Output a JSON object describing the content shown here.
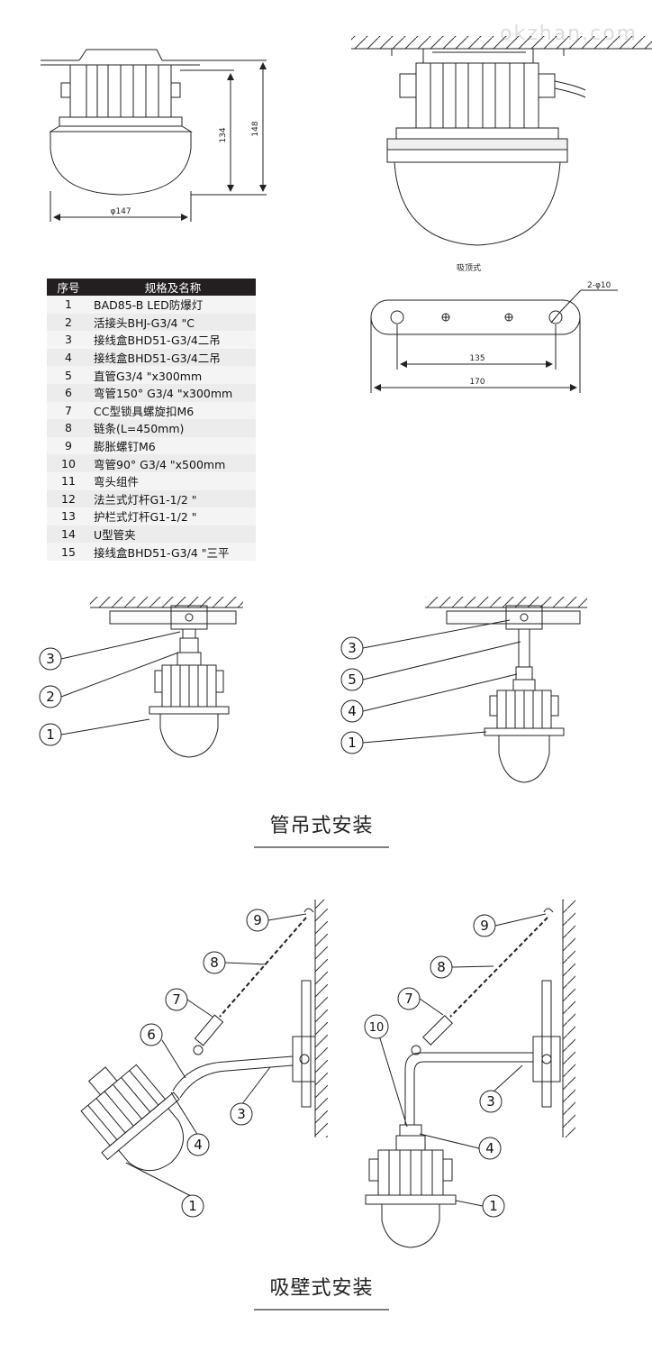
{
  "watermark": "okzhan.com",
  "top_left_drawing": {
    "dim_height_inner": "134",
    "dim_height_outer": "148",
    "dim_diameter": "φ147"
  },
  "mount_plate": {
    "title": "吸顶式",
    "hole_note": "2-φ10",
    "dim_hole_spacing": "135",
    "dim_total_length": "170"
  },
  "parts_table": {
    "header": {
      "no": "序号",
      "spec": "规格及名称"
    },
    "rows": [
      {
        "no": "1",
        "spec": "BAD85-B LED防爆灯"
      },
      {
        "no": "2",
        "spec": "活接头BHJ-G3/4 \"C"
      },
      {
        "no": "3",
        "spec": "接线盒BHD51-G3/4二吊"
      },
      {
        "no": "4",
        "spec": "接线盒BHD51-G3/4二吊"
      },
      {
        "no": "5",
        "spec": "直管G3/4 \"x300mm"
      },
      {
        "no": "6",
        "spec": "弯管150° G3/4 \"x300mm"
      },
      {
        "no": "7",
        "spec": "CC型锁具螺旋扣M6"
      },
      {
        "no": "8",
        "spec": "链条(L=450mm)"
      },
      {
        "no": "9",
        "spec": "膨胀螺钉M6"
      },
      {
        "no": "10",
        "spec": "弯管90° G3/4 \"x500mm"
      },
      {
        "no": "11",
        "spec": "弯头组件"
      },
      {
        "no": "12",
        "spec": "法兰式灯杆G1-1/2 \""
      },
      {
        "no": "13",
        "spec": "护栏式灯杆G1-1/2 \""
      },
      {
        "no": "14",
        "spec": "U型管夹"
      },
      {
        "no": "15",
        "spec": "接线盒BHD51-G3/4 \"三平"
      }
    ]
  },
  "pendant_section": {
    "title": "管吊式安装",
    "left_callouts": [
      "3",
      "2",
      "1"
    ],
    "right_callouts": [
      "3",
      "5",
      "4",
      "1"
    ]
  },
  "wall_section": {
    "title": "吸壁式安装",
    "left_callouts": [
      "9",
      "8",
      "7",
      "6",
      "4",
      "3",
      "1"
    ],
    "right_callouts": [
      "9",
      "8",
      "7",
      "10",
      "3",
      "4",
      "1"
    ]
  }
}
